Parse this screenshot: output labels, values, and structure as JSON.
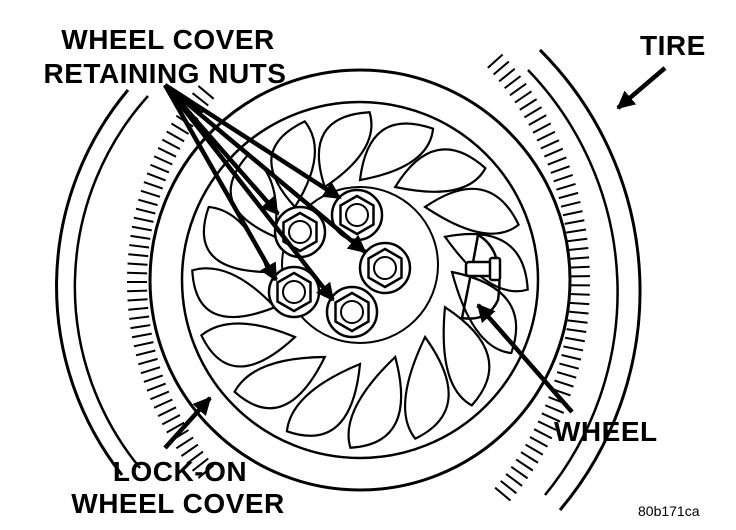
{
  "labels": {
    "nuts_line1": "WHEEL COVER",
    "nuts_line2": "RETAINING NUTS",
    "tire": "TIRE",
    "wheel": "WHEEL",
    "cover_line1": "LOCK-ON",
    "cover_line2": "WHEEL COVER",
    "figure_code": "80b171ca"
  },
  "icons": [
    "wheel-cover-illustration",
    "tire-tread-illustration",
    "lug-nut-icon",
    "arrow-icon"
  ],
  "colors": {
    "ink": "#000000",
    "paper": "#ffffff"
  }
}
